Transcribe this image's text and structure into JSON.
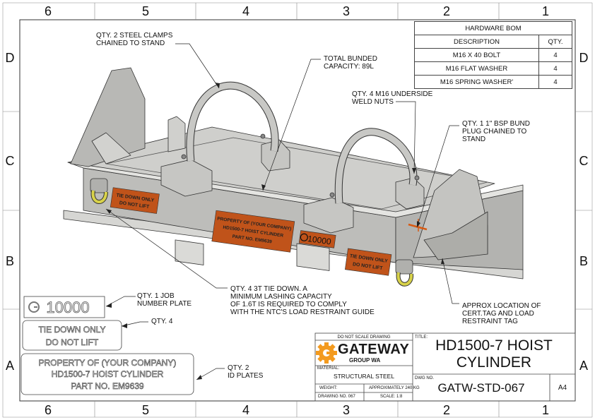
{
  "zones": {
    "columns": [
      "6",
      "5",
      "4",
      "3",
      "2",
      "1"
    ],
    "rows": [
      "D",
      "C",
      "B",
      "A"
    ]
  },
  "bom": {
    "title": "HARDWARE BOM",
    "headers": [
      "DESCRIPTION",
      "QTY."
    ],
    "rows": [
      {
        "description": "M16 X 40 BOLT",
        "qty": "4"
      },
      {
        "description": "M16 FLAT WASHER",
        "qty": "4"
      },
      {
        "description": "M16 SPRING WASHER'",
        "qty": "4"
      }
    ]
  },
  "notes": {
    "clamps": [
      "QTY. 2 STEEL CLAMPS",
      "CHAINED TO STAND"
    ],
    "bund": [
      "TOTAL BUNDED",
      "CAPACITY: 89L"
    ],
    "weld_nuts": [
      "QTY. 4 M16 UNDERSIDE",
      "WELD NUTS"
    ],
    "plug": [
      "QTY. 1 1\" BSP BUND",
      "PLUG CHAINED TO",
      "STAND"
    ],
    "tie_down": [
      "QTY. 4 3T TIE DOWN. A",
      "MINIMUM LASHING CAPACITY",
      "OF 1.6T IS REQUIRED TO COMPLY",
      "WITH THE NTC'S LOAD RESTRAINT GUIDE"
    ],
    "job_plate": [
      "QTY. 1 JOB",
      "NUMBER PLATE"
    ],
    "tie_plate": [
      "QTY. 4"
    ],
    "id_plates": [
      "QTY. 2",
      "ID PLATES"
    ],
    "cert_tag": [
      "APPROX LOCATION OF",
      "CERT.TAG AND LOAD",
      "RESTRAINT TAG"
    ]
  },
  "plates": {
    "job_number": "10000",
    "tie_down": [
      "TIE DOWN ONLY",
      "DO NOT LIFT"
    ],
    "property": [
      "PROPERTY OF (YOUR COMPANY)",
      "HD1500-7 HOIST CYLINDER",
      "PART NO. EM9639"
    ]
  },
  "title_block": {
    "do_not_scale": "DO NOT SCALE DRAWING",
    "brand": "GATEWAY",
    "brand_sub": "GROUP WA",
    "material_label": "MATERIAL:",
    "material": "STRUCTURAL STEEL",
    "weight_label": "WEIGHT:",
    "weight": "APPROXIMATELY 240 KG",
    "drawing_no_label": "DRAWING NO. 067",
    "scale": "SCALE: 1:8",
    "title_label": "TITLE:",
    "title": [
      "HD1500-7 HOIST",
      "CYLINDER"
    ],
    "dwg_no_label": "DWG NO.",
    "dwg_no": "GATW-STD-067",
    "size": "A4"
  },
  "colors": {
    "steel": "#c9c9c6",
    "steel_dark": "#9a9a97",
    "steel_light": "#e2e2df",
    "label_orange": "#c0531a",
    "shackle_yellow": "#d8d24a",
    "brand_orange": "#f39a1e"
  }
}
